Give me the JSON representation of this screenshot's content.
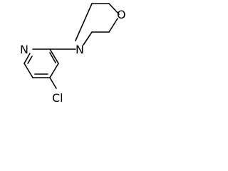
{
  "molecule": {
    "atoms": {
      "pyridine_n": "N",
      "morpholine_n": "N",
      "morpholine_o": "O",
      "chlorine": "Cl"
    }
  }
}
